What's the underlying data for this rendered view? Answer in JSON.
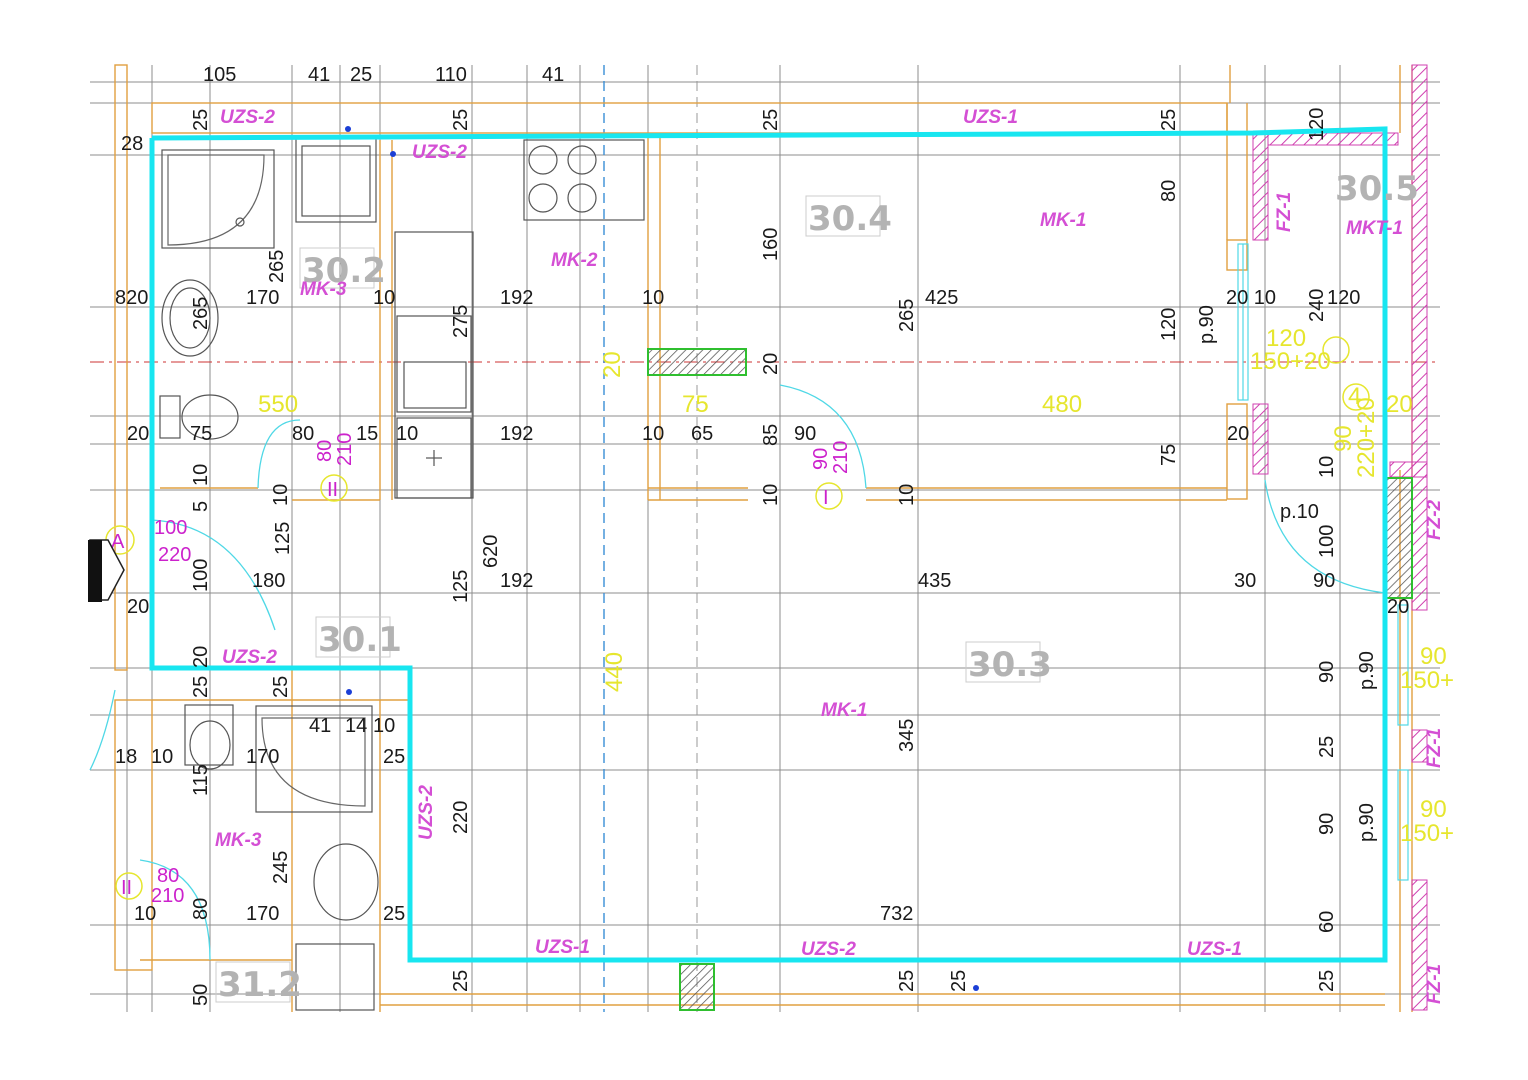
{
  "rooms": {
    "r302": "30.2",
    "r304": "30.4",
    "r305": "30.5",
    "r301": "30.1",
    "r303": "30.3",
    "r312": "31.2"
  },
  "materials": {
    "uzs2_a": "UZS-2",
    "uzs2_b": "UZS-2",
    "uzs1_top": "UZS-1",
    "uzs2_mid": "UZS-2",
    "uzs2_vert": "UZS-2",
    "uzs1_bot_a": "UZS-1",
    "uzs2_bot": "UZS-2",
    "uzs1_bot_b": "UZS-1",
    "mk1_a": "MK-1",
    "mk1_b": "MKT-1",
    "mk2": "MK-2",
    "mk3_a": "MK-3",
    "mk1_c": "MK-1",
    "mk3_b": "MK-3",
    "fz1": "FZ-1",
    "fz2": "FZ-2",
    "fz1_b": "FZ-1",
    "fz1_c": "FZ-1"
  },
  "dims": {
    "d105": "105",
    "d41a": "41",
    "d25a": "25",
    "d110": "110",
    "d41b": "41",
    "d25b": "25",
    "d25c": "25",
    "d25d": "25",
    "d25e": "25",
    "d120top": "120",
    "d28": "28",
    "d80r": "80",
    "d160": "160",
    "d265a": "265",
    "d820": "820",
    "d170a": "170",
    "d10a": "10",
    "d192a": "192",
    "d10b": "10",
    "d425": "425",
    "d2010": "20 10",
    "d240": "240",
    "d120a": "120",
    "d265b": "265",
    "d275": "275",
    "d265c": "265",
    "d120b": "120",
    "p90a": "p.90",
    "d20a": "20",
    "d75a": "75",
    "d80a": "80",
    "d15": "15",
    "d10c": "10",
    "d192b": "192",
    "d10d": "10",
    "d65": "65",
    "d85": "85",
    "d90a": "90",
    "d20b": "20",
    "d75b": "75",
    "d10e": "10",
    "d5": "5",
    "d10f": "10",
    "d10g": "10",
    "d10h": "10",
    "d10i": "10",
    "p10": "p.10",
    "d125a": "125",
    "d620": "620",
    "d100a": "100",
    "d20c": "20",
    "d100b": "100",
    "d180": "180",
    "d125b": "125",
    "d192c": "192",
    "d435": "435",
    "d30": "30",
    "d90b": "90",
    "d20d": "20",
    "d20e": "20",
    "d25f": "25",
    "d25g": "25",
    "d41c": "41",
    "d14": "14",
    "d10j": "10",
    "d18": "18",
    "d10k": "10",
    "d115": "115",
    "d170b": "170",
    "d25h": "25",
    "d345": "345",
    "d90c": "90",
    "p90b": "p.90",
    "d25i": "25",
    "d220b": "220",
    "d90d": "90",
    "p90c": "p.90",
    "d245": "245",
    "d10l": "10",
    "d80b": "80",
    "d170c": "170",
    "d25j": "25",
    "d732": "732",
    "d60": "60",
    "d50": "50",
    "d25k": "25",
    "d25l": "25",
    "d25m": "25",
    "d25n": "25",
    "d20f": "20",
    "d550": "550"
  },
  "magenta": {
    "door80a": "80",
    "door210a": "210",
    "door90": "90",
    "door210b": "210",
    "doorA100": "100",
    "doorA220": "220",
    "door80b": "80",
    "door210c": "210"
  },
  "yellow": {
    "y550": "550",
    "y75": "75",
    "y480": "480",
    "y440": "440",
    "y20": "20",
    "y120": "120",
    "y150": "150+20",
    "y4": "4",
    "y20b": "20",
    "y90": "90",
    "y220": "220+20",
    "y90b": "90",
    "y150b": "150+",
    "y90c": "90",
    "y150c": "150+"
  },
  "marks": {
    "roman2a": "II",
    "roman1": "I",
    "markA": "A",
    "roman2b": "II"
  }
}
